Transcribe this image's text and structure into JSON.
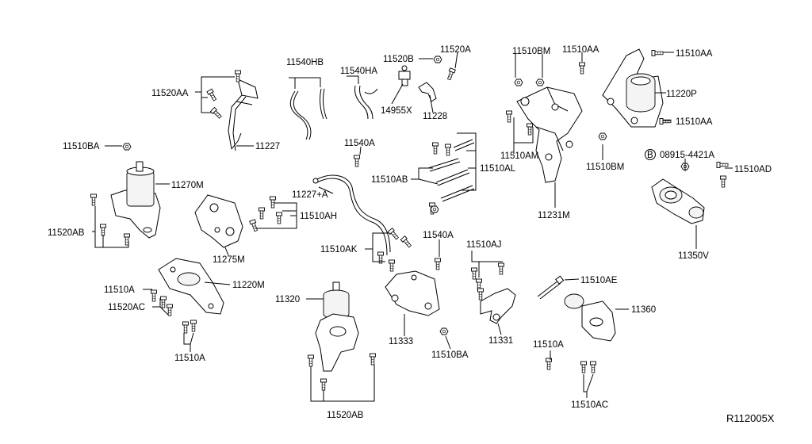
{
  "diagram": {
    "ref_code": "R112005X",
    "labels": {
      "l11540HB": "11540HB",
      "l11540HA": "11540HA",
      "l11520B": "11520B",
      "l11520A_top": "11520A",
      "l11510BM_top": "11510BM",
      "l11510AA_top": "11510AA",
      "l11510AA_right1": "11510AA",
      "l11520AA": "11520AA",
      "l14955X": "14955X",
      "l11228": "11228",
      "l11220P": "11220P",
      "l11510AA_right2": "11510AA",
      "l11510BA_left": "11510BA",
      "l11227": "11227",
      "l11540A_1": "11540A",
      "l11510AM": "11510AM",
      "l11510BM_mid": "11510BM",
      "l08915": "08915-4421A",
      "l08915_circle": "B",
      "l11510AD": "11510AD",
      "l11510AB": "11510AB",
      "l11510AL": "11510AL",
      "l11270M": "11270M",
      "l11227A": "11227+A",
      "l11510AH": "11510AH",
      "l11231M": "11231M",
      "l11520AB_left": "11520AB",
      "l11540A_2": "11540A",
      "l11510AK": "11510AK",
      "l11510AJ": "11510AJ",
      "l11275M": "11275M",
      "l11350V": "11350V",
      "l11510A_1": "11510A",
      "l11220M": "11220M",
      "l11510AE": "11510AE",
      "l11520AC": "11520AC",
      "l11320": "11320",
      "l11360": "11360",
      "l11333": "11333",
      "l11510BA_bottom": "11510BA",
      "l11331": "11331",
      "l11510A_2": "11510A",
      "l11510A_3": "11510A",
      "l11510AC": "11510AC",
      "l11520AB_bottom": "11520AB"
    }
  }
}
